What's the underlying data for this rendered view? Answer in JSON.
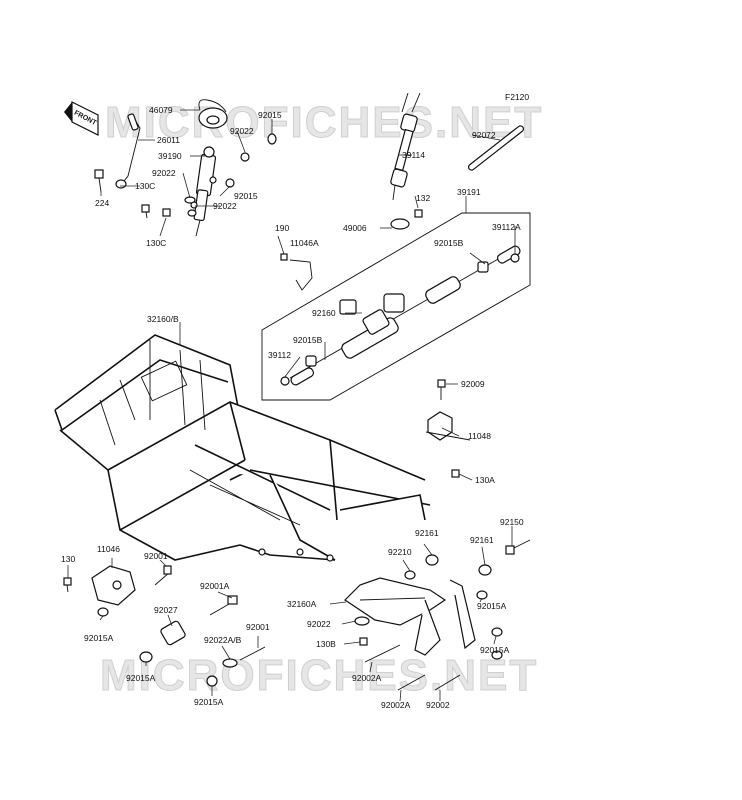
{
  "diagram_code": "F2120",
  "watermark": "MICROFICHES.NET",
  "front_arrow_label": "FRONT",
  "callouts": [
    "46079",
    "26011",
    "39190",
    "92022",
    "92015",
    "92022",
    "92015",
    "130C",
    "92022",
    "224",
    "130C",
    "39114",
    "92072",
    "132",
    "39191",
    "49006",
    "39112A",
    "190",
    "11046A",
    "92015B",
    "92160",
    "92015B",
    "39112",
    "32160/B",
    "92009",
    "11048",
    "130A",
    "11046",
    "92001",
    "130",
    "92001A",
    "92015A",
    "92027",
    "92022A/B",
    "92001",
    "92015A",
    "92015A",
    "92150",
    "92161",
    "92161",
    "92210",
    "32160A",
    "92022",
    "130B",
    "92015A",
    "92015A",
    "92002A",
    "92002A",
    "92002"
  ]
}
